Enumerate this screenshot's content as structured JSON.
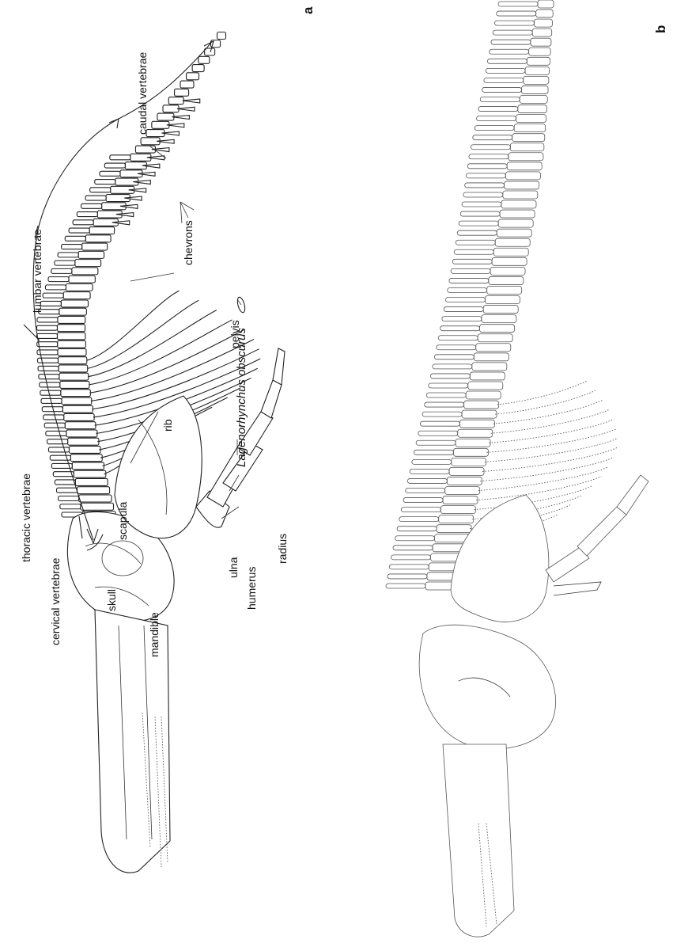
{
  "panel_a": {
    "letter": "a",
    "species": "Lagenorhynchus obscurus",
    "labels": {
      "skull": "skull",
      "mandible": "mandible",
      "cervical": "cervical vertebrae",
      "thoracic": "thoracic vertebrae",
      "lumbar": "lumbar vertebrae",
      "caudal": "caudal vertebrae",
      "chevrons": "chevrons",
      "pelvis": "pelvis",
      "rib": "rib",
      "scapula": "scapula",
      "humerus": "humerus",
      "ulna": "ulna",
      "radius": "radius"
    }
  },
  "panel_b": {
    "letter": "b"
  }
}
